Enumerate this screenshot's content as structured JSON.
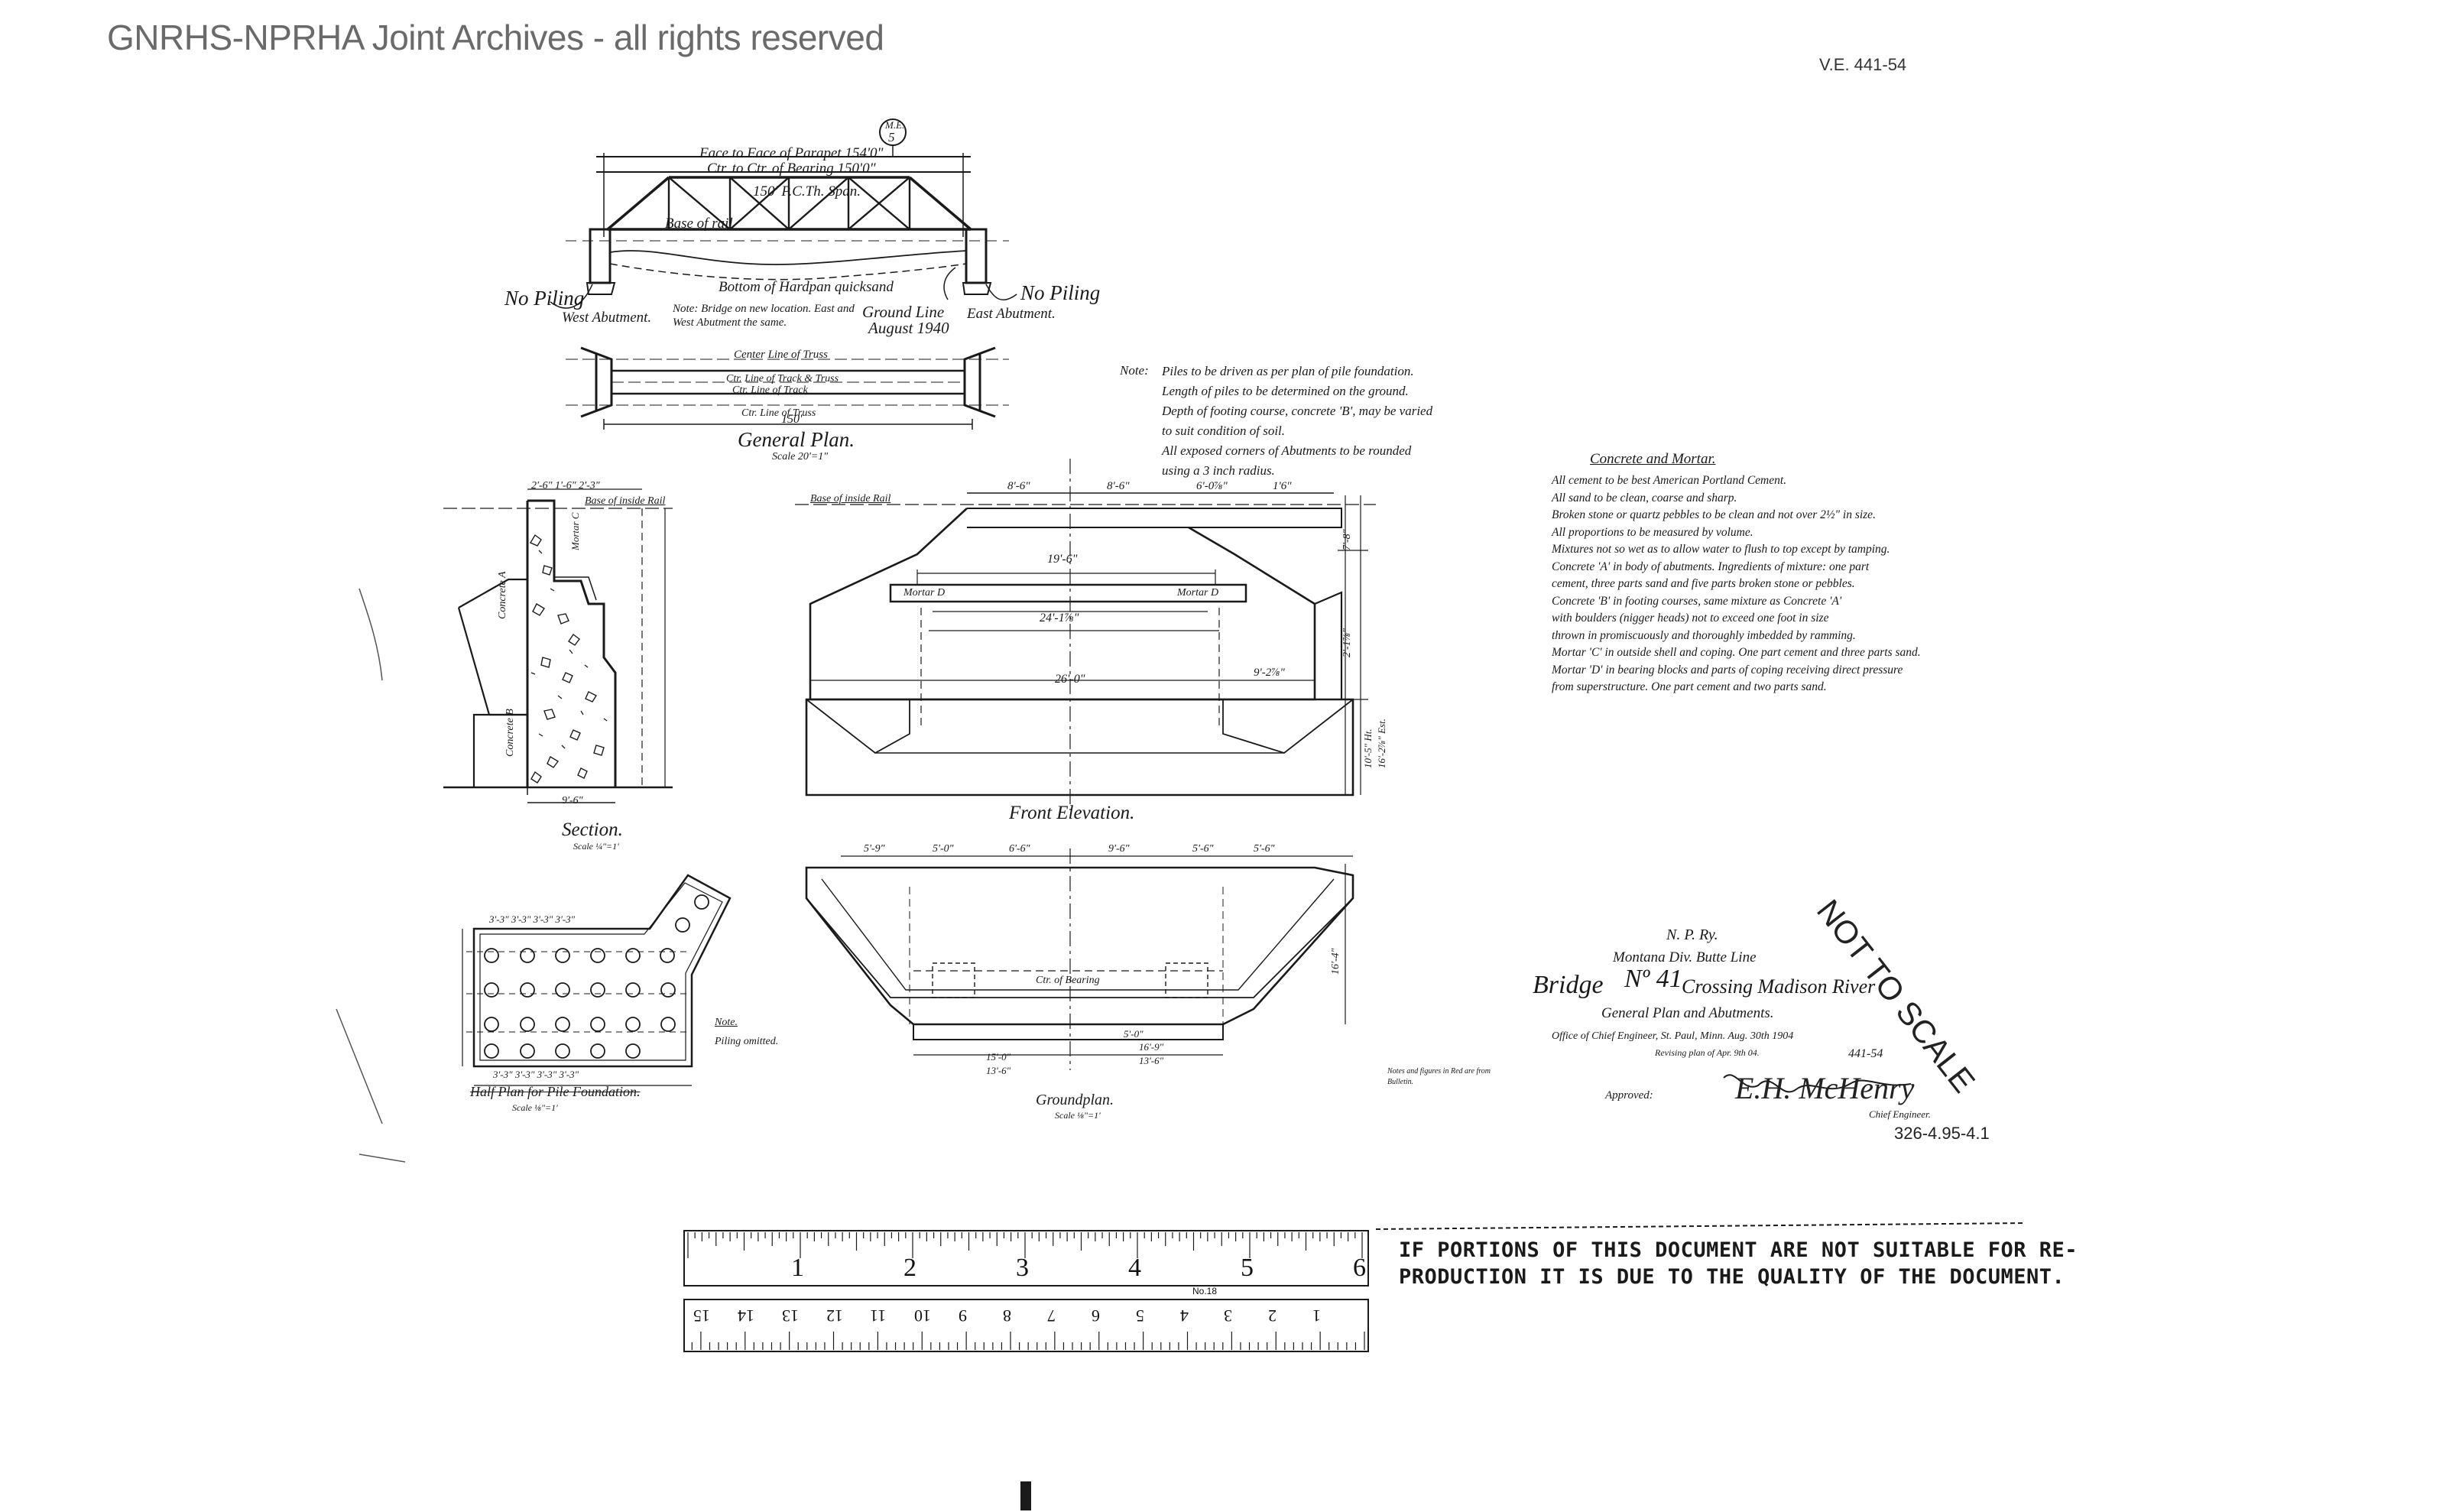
{
  "watermark": "GNRHS-NPRHA Joint Archives - all rights reserved",
  "drawing_ref": "V.E. 441-54",
  "general_plan": {
    "circle_tag_top": "M.E.",
    "circle_tag_num": "5",
    "dim_parapet": "Face to Face of Parapet 154'0\"",
    "dim_bearing": "Ctr. to Ctr. of Bearing 150'0\"",
    "span_label": "150' P.C.Th. Span.",
    "base_label": "Base of rail",
    "bottom_label": "Bottom of Hardpan quicksand",
    "no_piling_left": "No Piling",
    "no_piling_right": "No Piling",
    "west_abutment": "West Abutment.",
    "east_abutment": "East Abutment.",
    "bridge_note": "Note: Bridge on new location. East and West Abutment the same.",
    "ground_line": "Ground Line",
    "ground_date": "August 1940",
    "center_line_truss": "Center Line of Truss",
    "ctr_line_track": "Ctr. Line of Track & Truss",
    "ctr_line_track2": "Ctr. Line of Track",
    "ctr_line_truss_lower": "Ctr. Line of Truss",
    "dim_150": "150'",
    "plan_title": "General Plan.",
    "plan_scale": "Scale 20'=1\""
  },
  "note": {
    "label": "Note:",
    "lines": [
      "Piles to be driven as per plan of pile foundation.",
      "Length of piles to be determined on the ground.",
      "Depth of footing course, concrete 'B', may be varied",
      "to suit condition of soil.",
      "All exposed corners of Abutments to be rounded",
      "using a 3 inch radius."
    ]
  },
  "concrete_mortar": {
    "heading": "Concrete and Mortar.",
    "lines": [
      "All cement to be best American Portland Cement.",
      "All sand to be clean, coarse and sharp.",
      "Broken stone or quartz pebbles to be clean and not over 2½\" in size.",
      "All proportions to be measured by volume.",
      "Mixtures not so wet as to allow water to flush to top except by tamping.",
      "Concrete 'A' in body of abutments. Ingredients of mixture: one part",
      "cement, three parts sand and five parts broken stone or pebbles.",
      "Concrete 'B' in footing courses, same mixture as Concrete 'A'",
      "with boulders (nigger heads) not to exceed one foot in size",
      "thrown in promiscuously and thoroughly imbedded by ramming.",
      "Mortar 'C' in outside shell and coping. One part cement and three parts sand.",
      "Mortar 'D' in bearing blocks and parts of coping receiving direct pressure",
      "from superstructure. One part cement and two parts sand."
    ]
  },
  "section": {
    "title": "Section.",
    "scale": "Scale ¼\"=1'",
    "base_rail": "Base of inside Rail",
    "concrete_a": "Concrete A",
    "concrete_b": "Concrete B",
    "mortar_c": "Mortar C",
    "dim_top": "2'-6\"  1'-6\"  2'-3\"",
    "dim_bottom": "9'-6\""
  },
  "elevation": {
    "title": "Front Elevation.",
    "base_rail": "Base of inside Rail",
    "mortar_d_left": "Mortar D",
    "mortar_d_right": "Mortar D",
    "dim_top": [
      "8'-6\"",
      "8'-6\"",
      "6'-0⅞\"",
      "1'6\""
    ],
    "dim_mid": "19'-6\"",
    "dim_low": "24'-1⅞\"",
    "dim_base": "26'-0\"",
    "dim_wing": "9'-2⅞\"",
    "dim_right": [
      "7'-8\"",
      "2'-1⅞\"",
      "10'-5\" Ht.",
      "16'-2⅞\" Est."
    ]
  },
  "pile_plan": {
    "title": "Half Plan for Pile Foundation.",
    "scale": "Scale ⅛\"=1'",
    "note": "Note.",
    "note2": "Piling omitted.",
    "dim_row": "3'-3\"  3'-3\"  3'-3\"  3'-3\""
  },
  "groundplan": {
    "title": "Groundplan.",
    "scale": "Scale ⅛\"=1'",
    "bearing_label": "Ctr. of Bearing",
    "dims_top": [
      "5'-9\"",
      "5'-0\"",
      "6'-6\"",
      "9'-6\"",
      "5'-6\"",
      "5'-6\""
    ],
    "dims_bottom": [
      "15'-0\"",
      "13'-6\"",
      "13'-6\"",
      "16'-9\"",
      "5'-0\""
    ],
    "dim_side": "16'-4\""
  },
  "small_note": "Notes and figures in Red are from Bulletin.",
  "title_block": {
    "railway": "N. P. Ry.",
    "division": "Montana Div. Butte Line",
    "bridge_prefix": "Bridge",
    "bridge_no": "Nº 41",
    "bridge_desc": "Crossing Madison River",
    "subtitle": "General Plan and Abutments.",
    "office": "Office of Chief Engineer, St. Paul, Minn. Aug. 30th 1904",
    "revised": "Revising plan of Apr. 9th 04.",
    "number": "441-54",
    "approved": "Approved:",
    "signature": "E.H. McHenry",
    "signer_title": "Chief Engineer.",
    "film_code": "326-4.95-4.1"
  },
  "not_to_scale": "NOT TO SCALE",
  "ruler": {
    "inch_labels": [
      "1",
      "2",
      "3",
      "4",
      "5",
      "6"
    ],
    "cm_labels": [
      "1",
      "2",
      "3",
      "4",
      "5",
      "6",
      "7",
      "8",
      "9",
      "10",
      "11",
      "12",
      "13",
      "14",
      "15"
    ],
    "model_no": "No.18"
  },
  "disclaimer": {
    "line1": "IF PORTIONS OF THIS DOCUMENT ARE NOT SUITABLE FOR RE-",
    "line2": "PRODUCTION IT IS DUE TO THE QUALITY OF THE DOCUMENT."
  },
  "colors": {
    "ink": "#1a1a1a",
    "watermark": "#6a6a6a",
    "paper": "#ffffff"
  }
}
